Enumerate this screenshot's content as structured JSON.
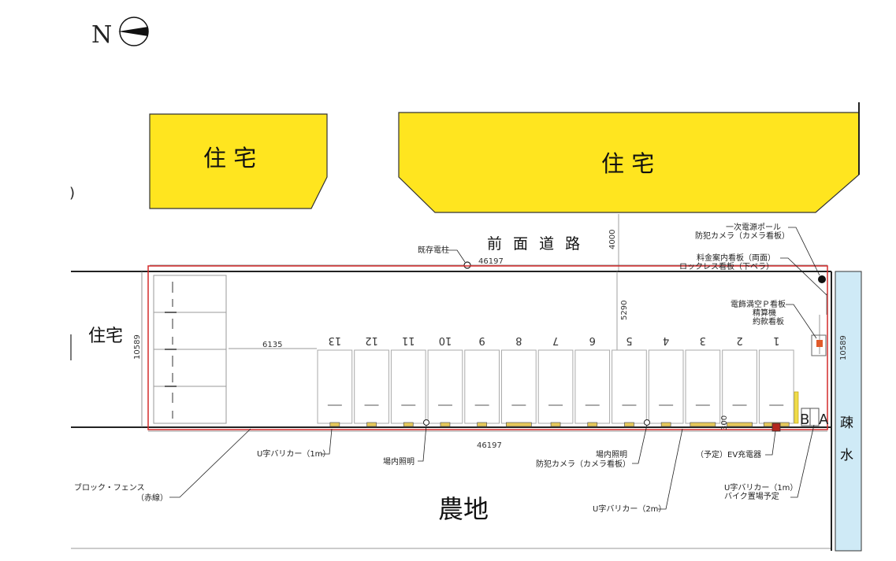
{
  "compass": {
    "letter": "N"
  },
  "houses": {
    "upper_left": "住 宅",
    "upper_right": "住 宅",
    "left": "住宅"
  },
  "road": {
    "label": "前 面 道 路",
    "width": "4000"
  },
  "field": {
    "label": "農地"
  },
  "waterway": {
    "top": "疎",
    "bottom": "水"
  },
  "dims": {
    "top_length": "46197",
    "bottom_length": "46197",
    "depth_left": "10589",
    "depth_right": "10589",
    "left_offset": "6135",
    "lane": "5290",
    "gap": "300"
  },
  "stalls": [
    "13",
    "12",
    "11",
    "10",
    "9",
    "8",
    "7",
    "6",
    "5",
    "4",
    "3",
    "2",
    "1"
  ],
  "bike": {
    "b": "B",
    "a": "A"
  },
  "labels": {
    "existing_pole": "既存電柱",
    "power_pole": "一次電源ポール",
    "camera_sign_top": "防犯カメラ（カメラ看板）",
    "fee_sign": "料金案内看板（両面）",
    "lockless_sign": "ロックレス看板（下ベラ）",
    "full_sign": "電飾満空Ｐ看板",
    "pay_machine": "精算機",
    "terms_sign": "約款看板",
    "fence_1": "ブロック・フェンス",
    "fence_2": "（赤線）",
    "u_barrier_1m": "U字バリカー（1m）",
    "lighting_1": "場内照明",
    "lighting_2": "場内照明",
    "camera_bottom": "防犯カメラ（カメラ看板）",
    "ev_charger": "（予定）EV充電器",
    "u_barrier_2m": "U字バリカー（2m）",
    "u_barrier_bike_1": "U字バリカー（1m）",
    "u_barrier_bike_2": "バイク置場予定",
    "paren": ")"
  },
  "colors": {
    "house_fill": "#ffe51f",
    "boundary": "#d42a2a",
    "water": "#cfeaf6"
  }
}
